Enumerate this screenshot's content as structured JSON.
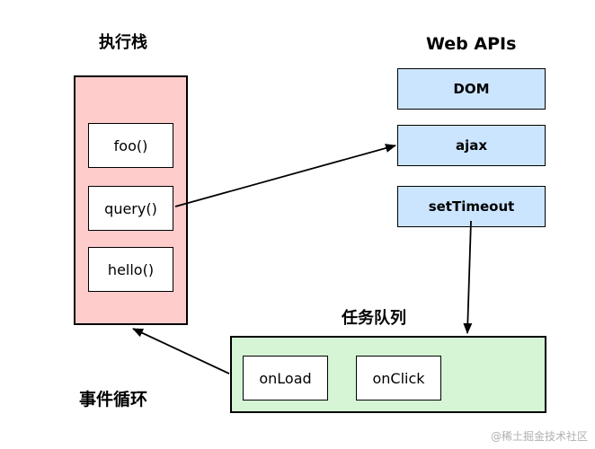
{
  "call_stack": {
    "title": "执行栈",
    "frames": [
      "foo()",
      "query()",
      "hello()"
    ]
  },
  "web_apis": {
    "title": "Web APIs",
    "items": [
      "DOM",
      "ajax",
      "setTimeout"
    ]
  },
  "task_queue": {
    "title": "任务队列",
    "items": [
      "onLoad",
      "onClick"
    ]
  },
  "event_loop": {
    "label": "事件循环"
  },
  "watermark": "@稀土掘金技术社区",
  "colors": {
    "stack_fill": "#ffcccc",
    "api_fill": "#cce5ff",
    "queue_fill": "#d5f5d5"
  }
}
